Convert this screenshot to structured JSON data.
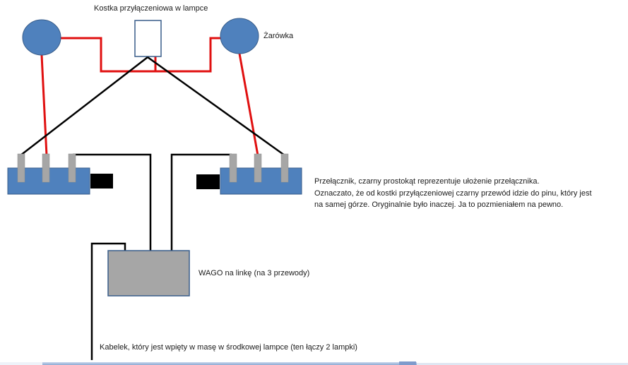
{
  "labels": {
    "junction_box": "Kostka przyłączeniowa w lampce",
    "bulb": "Żarówka",
    "switch_note": [
      "Przełącznik, czarny  prostokąt reprezentuje ułożenie przełącznika.",
      "Oznaczato, że od kostki  przyłączeniowej czarny przewód idzie do pinu, który jest",
      "na samej górze. Oryginalnie było inaczej. Ja to  pozmieniałem na pewno."
    ],
    "wago": "WAGO na linkę (na 3 przewody)",
    "ground_wire": "Kabelek, który jest wpięty w masę w środkowej lampce (ten łączy 2 lampki)"
  },
  "colors": {
    "bulb_fill": "#4f81bd",
    "bulb_stroke": "#385d8a",
    "switch_body": "#4f81bd",
    "switch_pin": "#a6a6a6",
    "red_wire": "#e01010",
    "black_wire": "#000000",
    "wago_fill": "#a6a6a6",
    "box_stroke": "#385d8a"
  },
  "components": {
    "bulbs": [
      "left-bulb",
      "right-bulb"
    ],
    "switches": [
      "left-switch",
      "right-switch"
    ],
    "junction_box": "junction-box",
    "wago": "wago-connector"
  }
}
